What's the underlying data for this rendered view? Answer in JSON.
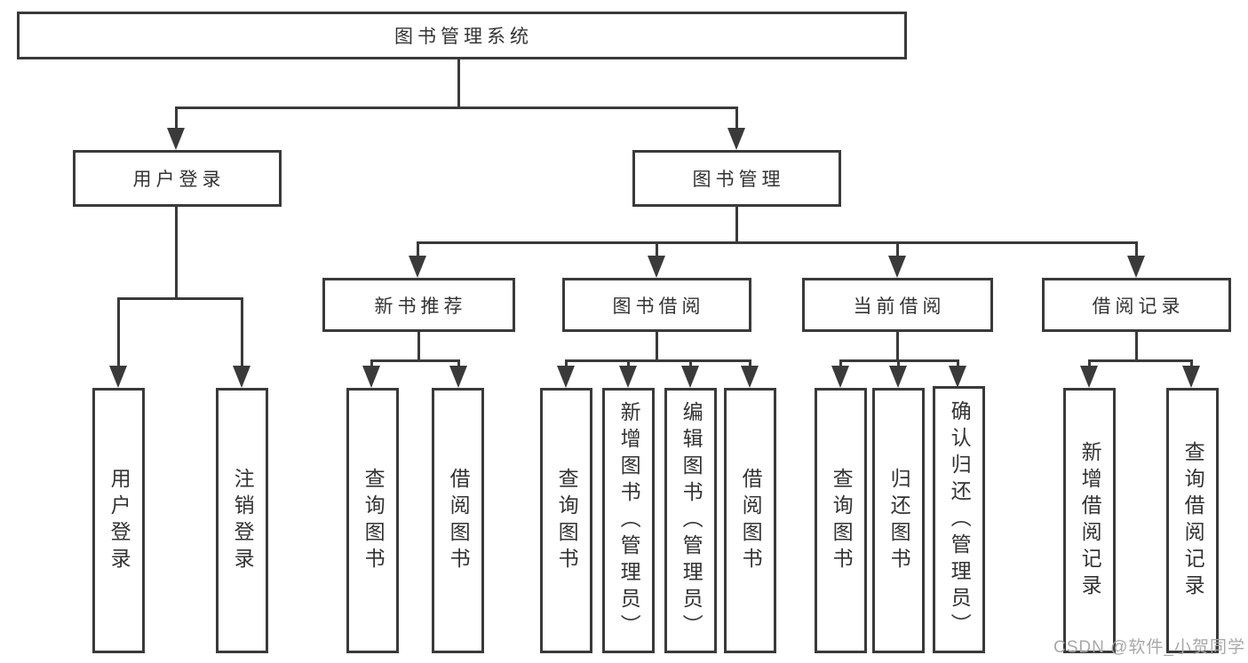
{
  "tree": {
    "root": {
      "label": "图书管理系统"
    },
    "children": [
      {
        "label": "用户登录",
        "children": [
          {
            "label": "用户登录"
          },
          {
            "label": "注销登录"
          }
        ]
      },
      {
        "label": "图书管理",
        "children": [
          {
            "label": "新书推荐",
            "children": [
              {
                "label": "查询图书"
              },
              {
                "label": "借阅图书"
              }
            ]
          },
          {
            "label": "图书借阅",
            "children": [
              {
                "label": "查询图书"
              },
              {
                "label": "新增图书（管理员）"
              },
              {
                "label": "编辑图书（管理员）"
              },
              {
                "label": "借阅图书"
              }
            ]
          },
          {
            "label": "当前借阅",
            "children": [
              {
                "label": "查询图书"
              },
              {
                "label": "归还图书"
              },
              {
                "label": "确认归还（管理员）"
              }
            ]
          },
          {
            "label": "借阅记录",
            "children": [
              {
                "label": "新增借阅记录"
              },
              {
                "label": "查询借阅记录"
              }
            ]
          }
        ]
      }
    ]
  },
  "watermark": {
    "text": "CSDN @软件_小贺同学"
  },
  "colors": {
    "line": "#3a3a3a",
    "text": "#333333",
    "watermark": "#a8a8a8",
    "background": "#ffffff"
  }
}
